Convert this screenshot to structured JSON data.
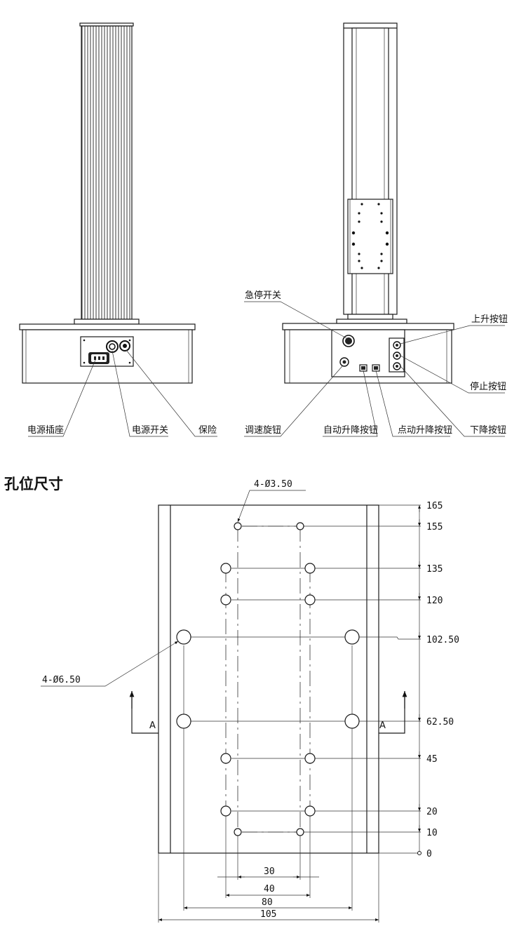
{
  "front_view_labels": {
    "power_socket": "电源插座",
    "power_switch": "电源开关",
    "fuse": "保险"
  },
  "back_view_labels": {
    "emergency_stop": "急停开关",
    "speed_knob": "调速旋钮",
    "auto_lift_button": "自动升降按钮",
    "jog_lift_button": "点动升降按钮",
    "up_button": "上升按钮",
    "stop_button": "停止按钮",
    "down_button": "下降按钮"
  },
  "hole_section": {
    "title": "孔位尺寸",
    "small_hole_callout": "4-Ø3.50",
    "large_hole_callout": "4-Ø6.50",
    "section_marker": "A",
    "vertical_dimensions": [
      "165",
      "155",
      "135",
      "120",
      "102.50",
      "62.50",
      "45",
      "20",
      "10",
      "0"
    ],
    "horizontal_dimensions": [
      "30",
      "40",
      "80",
      "105"
    ]
  }
}
